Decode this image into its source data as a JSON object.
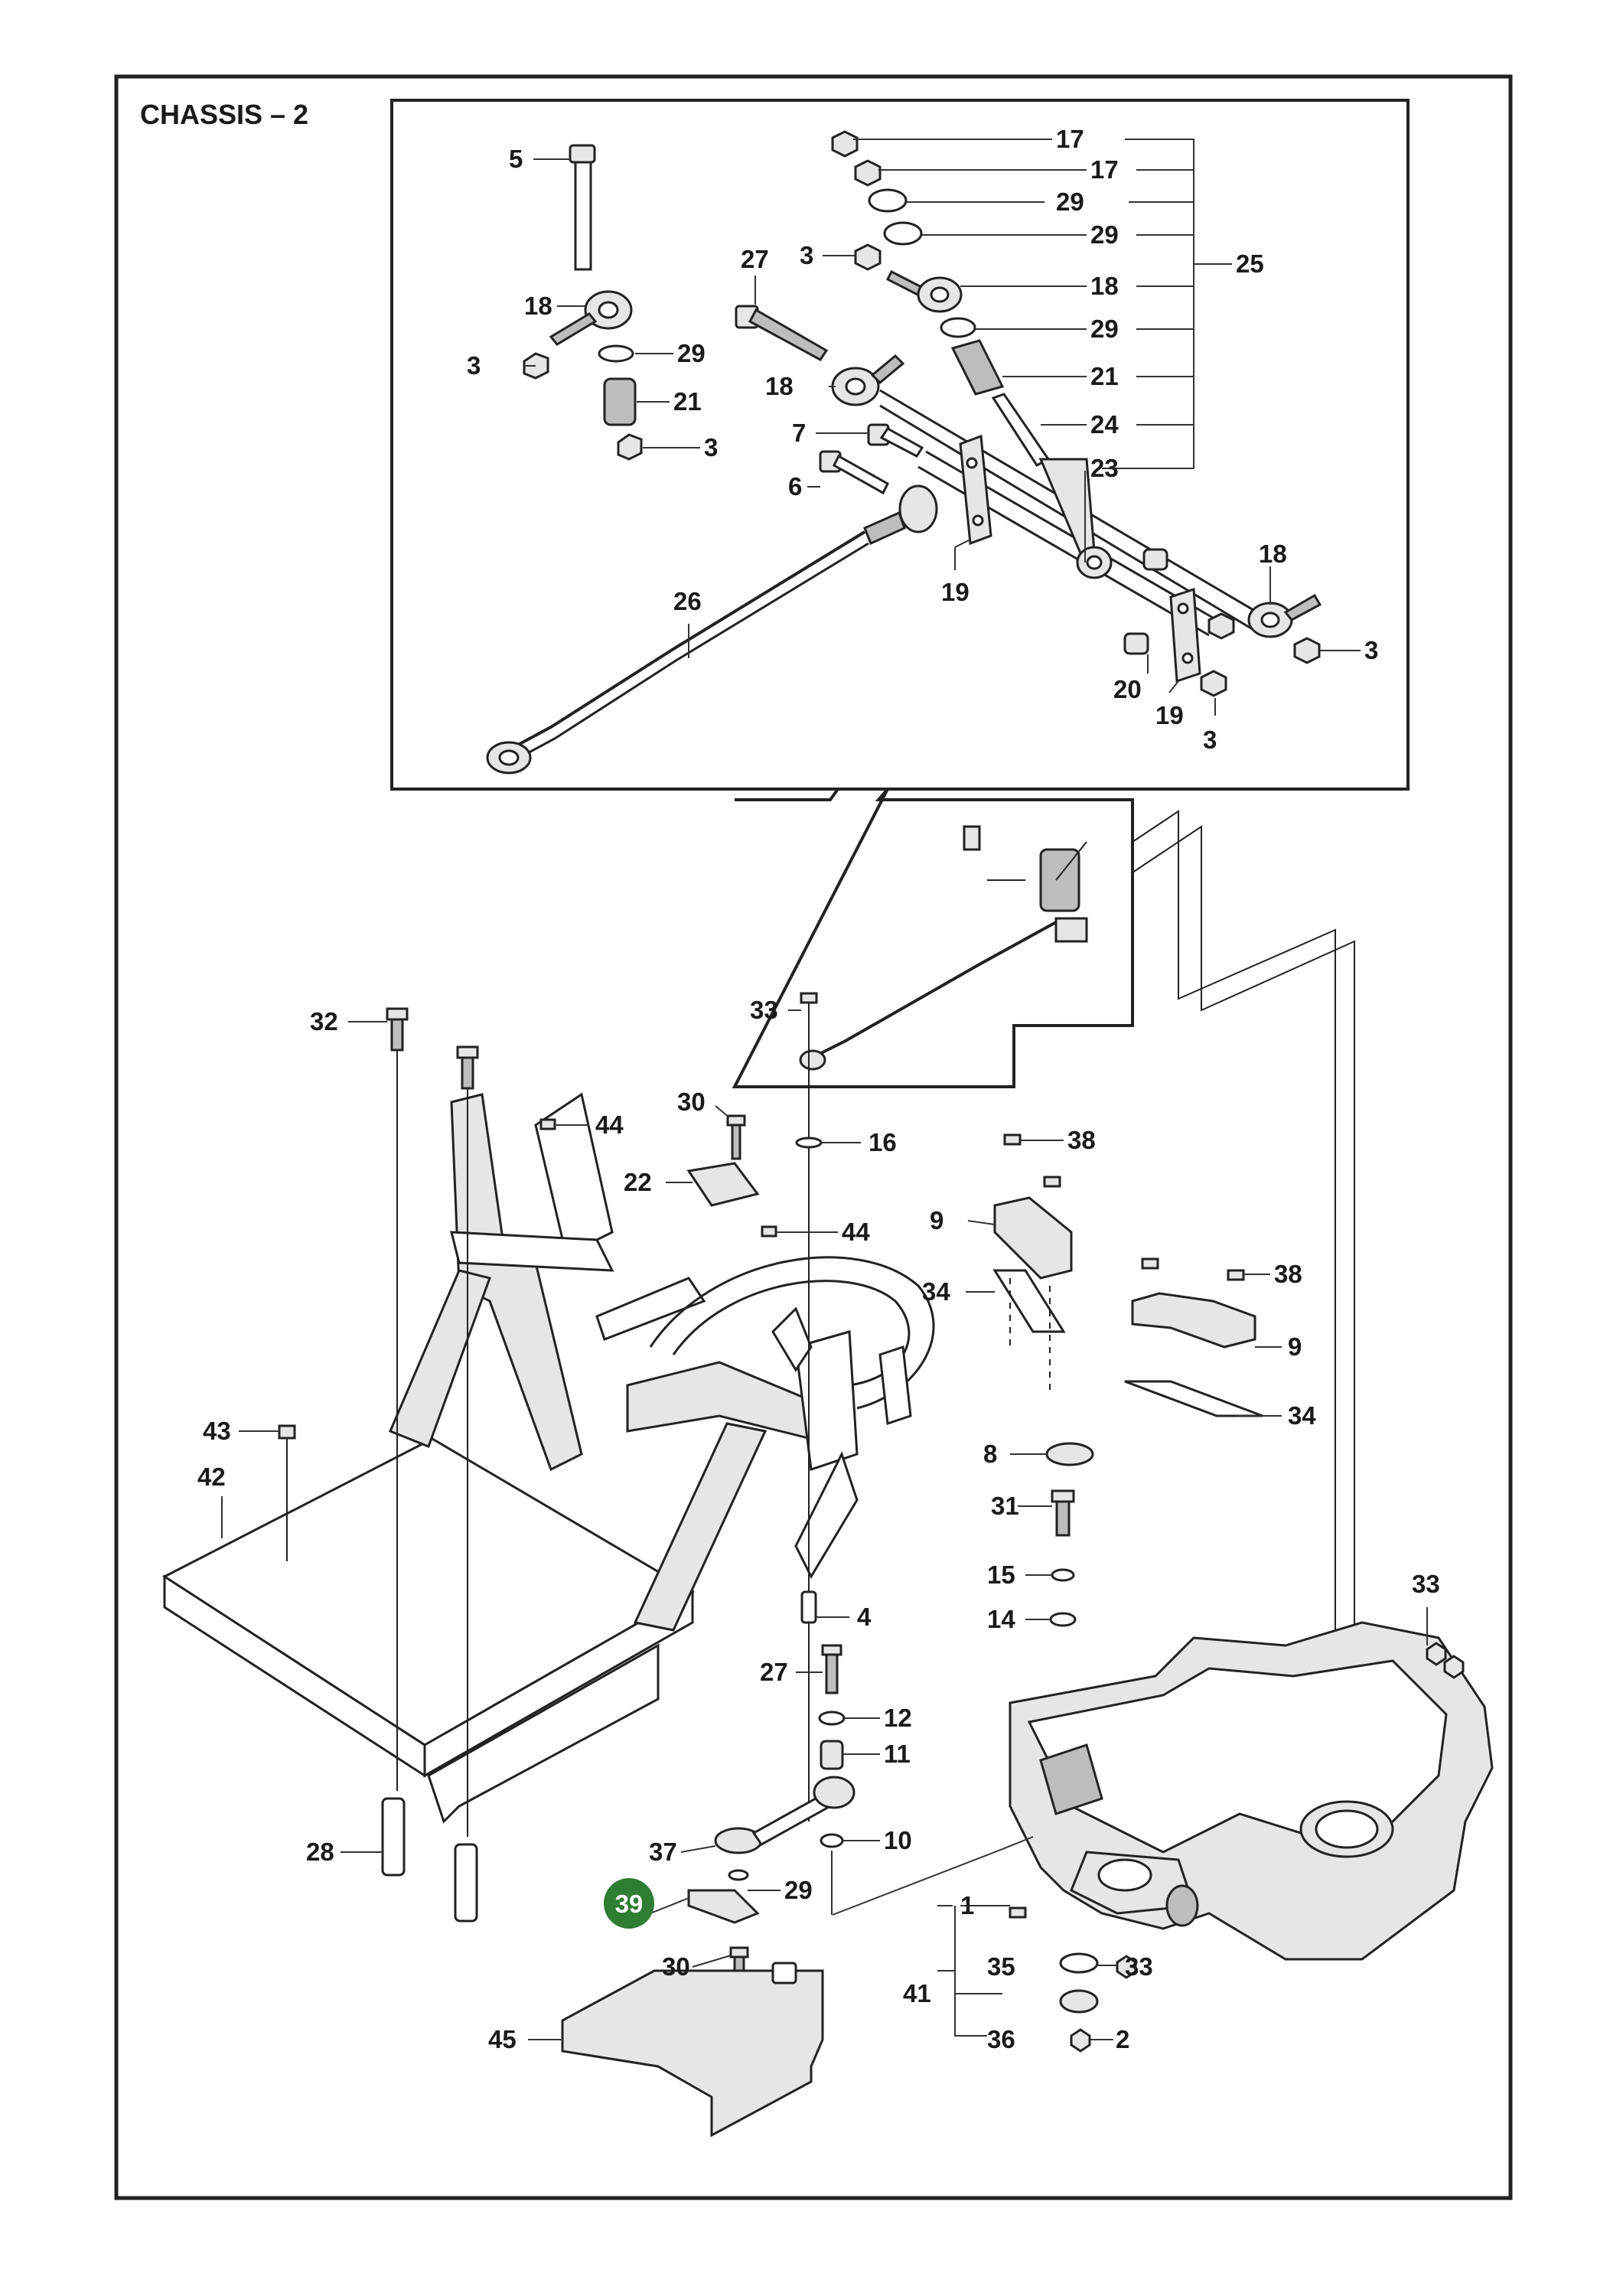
{
  "title": "CHASSIS – 2",
  "highlight": {
    "label": "39",
    "color": "#2e7d32"
  },
  "callouts": {
    "c17a": "17",
    "c17b": "17",
    "c29a": "29",
    "c29b": "29",
    "c25": "25",
    "c27top": "27",
    "c3top": "3",
    "c18mid": "18",
    "c29c": "29",
    "c21a": "21",
    "c24": "24",
    "c23": "23",
    "c5": "5",
    "c18left": "18",
    "c3left": "3",
    "c29left": "29",
    "c21left": "21",
    "c3leftb": "3",
    "c18b": "18",
    "c7": "7",
    "c6": "6",
    "c26": "26",
    "c19a": "19",
    "c18right": "18",
    "c3right": "3",
    "c20": "20",
    "c19b": "19",
    "c3bottom": "3",
    "c32": "32",
    "c33mid": "33",
    "c30top": "30",
    "c44a": "44",
    "c16": "16",
    "c22": "22",
    "c44b": "44",
    "c38a": "38",
    "c9a": "9",
    "c34a": "34",
    "c38b": "38",
    "c9b": "9",
    "c34b": "34",
    "c43": "43",
    "c42": "42",
    "c8": "8",
    "c31": "31",
    "c15": "15",
    "c14": "14",
    "c4": "4",
    "c33right": "33",
    "c27low": "27",
    "c12": "12",
    "c11": "11",
    "c10": "10",
    "c28": "28",
    "c37": "37",
    "c29low": "29",
    "c1": "1",
    "c30low": "30",
    "c35": "35",
    "c33low": "33",
    "c41": "41",
    "c36": "36",
    "c45": "45",
    "c2": "2"
  }
}
